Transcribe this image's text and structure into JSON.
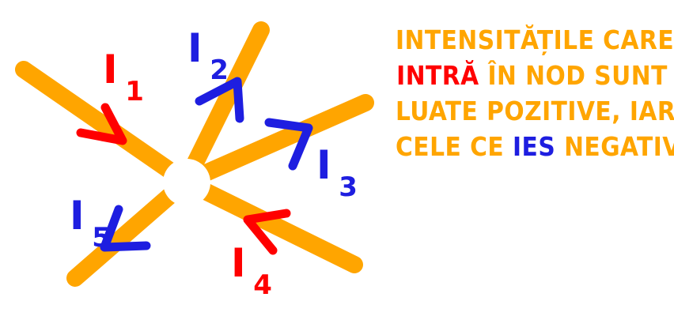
{
  "diagram": {
    "currents": [
      {
        "letter": "I",
        "index": "1",
        "direction": "in",
        "color": "#ff0000"
      },
      {
        "letter": "I",
        "index": "2",
        "direction": "out",
        "color": "#1e1ee0"
      },
      {
        "letter": "I",
        "index": "3",
        "direction": "out",
        "color": "#1e1ee0"
      },
      {
        "letter": "I",
        "index": "4",
        "direction": "in",
        "color": "#ff0000"
      },
      {
        "letter": "I",
        "index": "5",
        "direction": "out",
        "color": "#1e1ee0"
      }
    ],
    "wire_color": "#ffa500",
    "node_color": "#ffffff"
  },
  "caption": {
    "line1": "INTENSITĂȚILE CARE",
    "line2_highlight": "INTRĂ",
    "line2_rest": " ÎN NOD SUNT",
    "line3": "LUATE POZITIVE, IAR",
    "line4_start": "CELE CE ",
    "line4_highlight": "IES",
    "line4_rest": " NEGATIVE",
    "text_color": "#ffa500",
    "in_color": "#ff0000",
    "out_color": "#1e1ee0"
  }
}
